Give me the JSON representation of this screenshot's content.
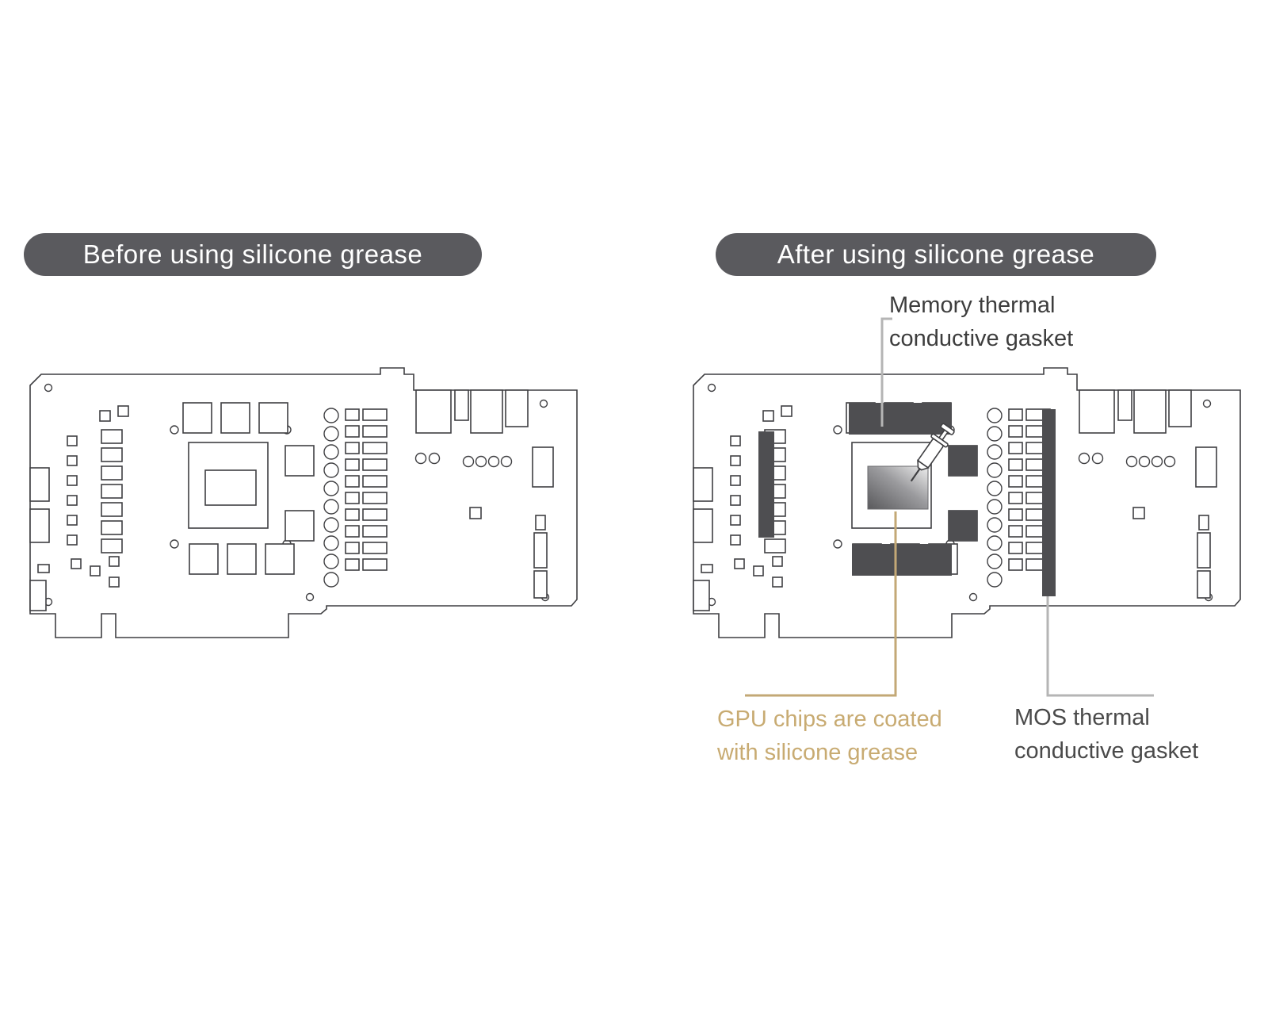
{
  "panels": {
    "before": {
      "title": "Before using silicone grease"
    },
    "after": {
      "title": "After using silicone grease"
    }
  },
  "annotations": {
    "memory": {
      "line1": "Memory thermal",
      "line2": "conductive gasket"
    },
    "gpu": {
      "line1": "GPU chips are coated",
      "line2": "with silicone grease"
    },
    "mos": {
      "line1": "MOS thermal",
      "line2": "conductive gasket"
    }
  },
  "icons": {
    "gpu_applicator": "syringe-icon"
  },
  "colors": {
    "pill_bg": "#5a5a5e",
    "pill_text": "#ffffff",
    "line_art": "#3f3f42",
    "gasket_fill": "#4e4e51",
    "annotation_gray": "#b5b5b5",
    "memory_text": "#3d3d3d",
    "mos_text": "#4a4a4a",
    "gold_text": "#c8ab72",
    "gold_line": "#c3a876"
  }
}
